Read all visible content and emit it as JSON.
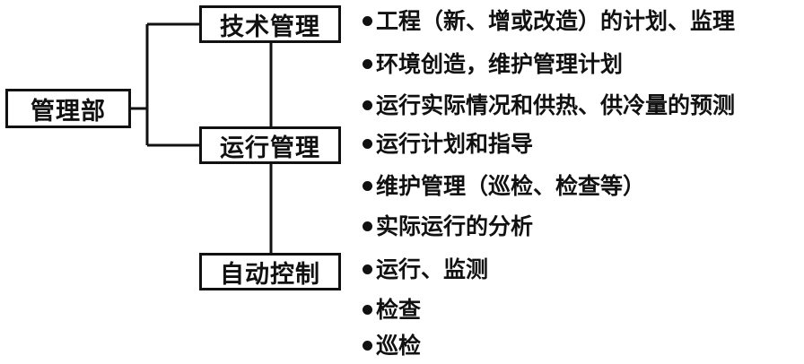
{
  "root": {
    "label": "管理部"
  },
  "branches": [
    {
      "label": "技术管理",
      "items": [
        "工程（新、增或改造）的计划、监理",
        "环境创造，维护管理计划",
        "运行实际情况和供热、供冷量的预测"
      ]
    },
    {
      "label": "运行管理",
      "items": [
        "运行计划和指导",
        "维护管理（巡检、检查等）",
        "实际运行的分析"
      ]
    },
    {
      "label": "自动控制",
      "items": [
        "运行、监测",
        "检查",
        "巡检"
      ]
    }
  ]
}
